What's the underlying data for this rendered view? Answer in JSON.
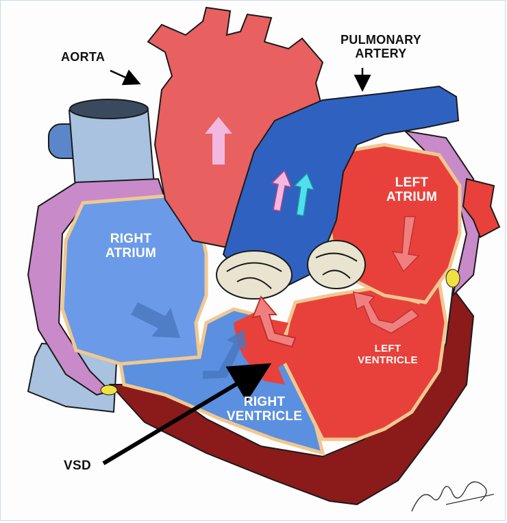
{
  "labels": {
    "aorta": "AORTA",
    "pulmonary_artery": "PULMONARY\nARTERY",
    "right_atrium": "RIGHT\nATRIUM",
    "left_atrium": "LEFT\nATRIUM",
    "left_ventricle": "LEFT\nVENTRICLE",
    "right_ventricle": "RIGHT\nVENTRICLE",
    "vsd": "VSD"
  },
  "colors": {
    "oxygenated": "#e8413c",
    "deoxygenated": "#5b8fe0",
    "vessel_blue": "#2f62c0",
    "aorta_red": "#e86060",
    "muscle": "#8b1a1a",
    "vena_cava": "#9fb9d9",
    "fat": "#c88ac8"
  }
}
